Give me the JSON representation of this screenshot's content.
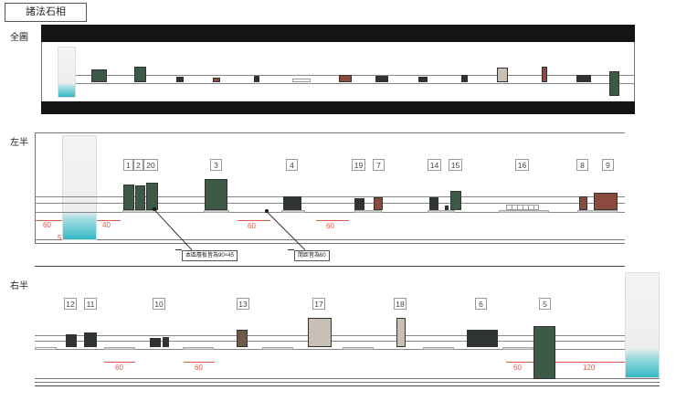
{
  "title": "諸法石相",
  "sections": {
    "full": "全圖",
    "left": "左半",
    "right": "右半"
  },
  "left_numbers": [
    "1",
    "2",
    "20",
    "3",
    "4",
    "19",
    "7",
    "14",
    "15",
    "16",
    "8",
    "9"
  ],
  "right_numbers": [
    "12",
    "11",
    "10",
    "13",
    "17",
    "18",
    "6",
    "5"
  ],
  "dimensions": {
    "left": [
      "60",
      "5",
      "40",
      "60",
      "60"
    ],
    "right": [
      "60",
      "60",
      "60",
      "120"
    ]
  },
  "notes": {
    "board": "本區層板皆為90×45",
    "spacing": "間距皆為60"
  },
  "colors": {
    "dimension": "#e05a48",
    "scroll_water": "#34b8c3",
    "band": "#141414"
  }
}
